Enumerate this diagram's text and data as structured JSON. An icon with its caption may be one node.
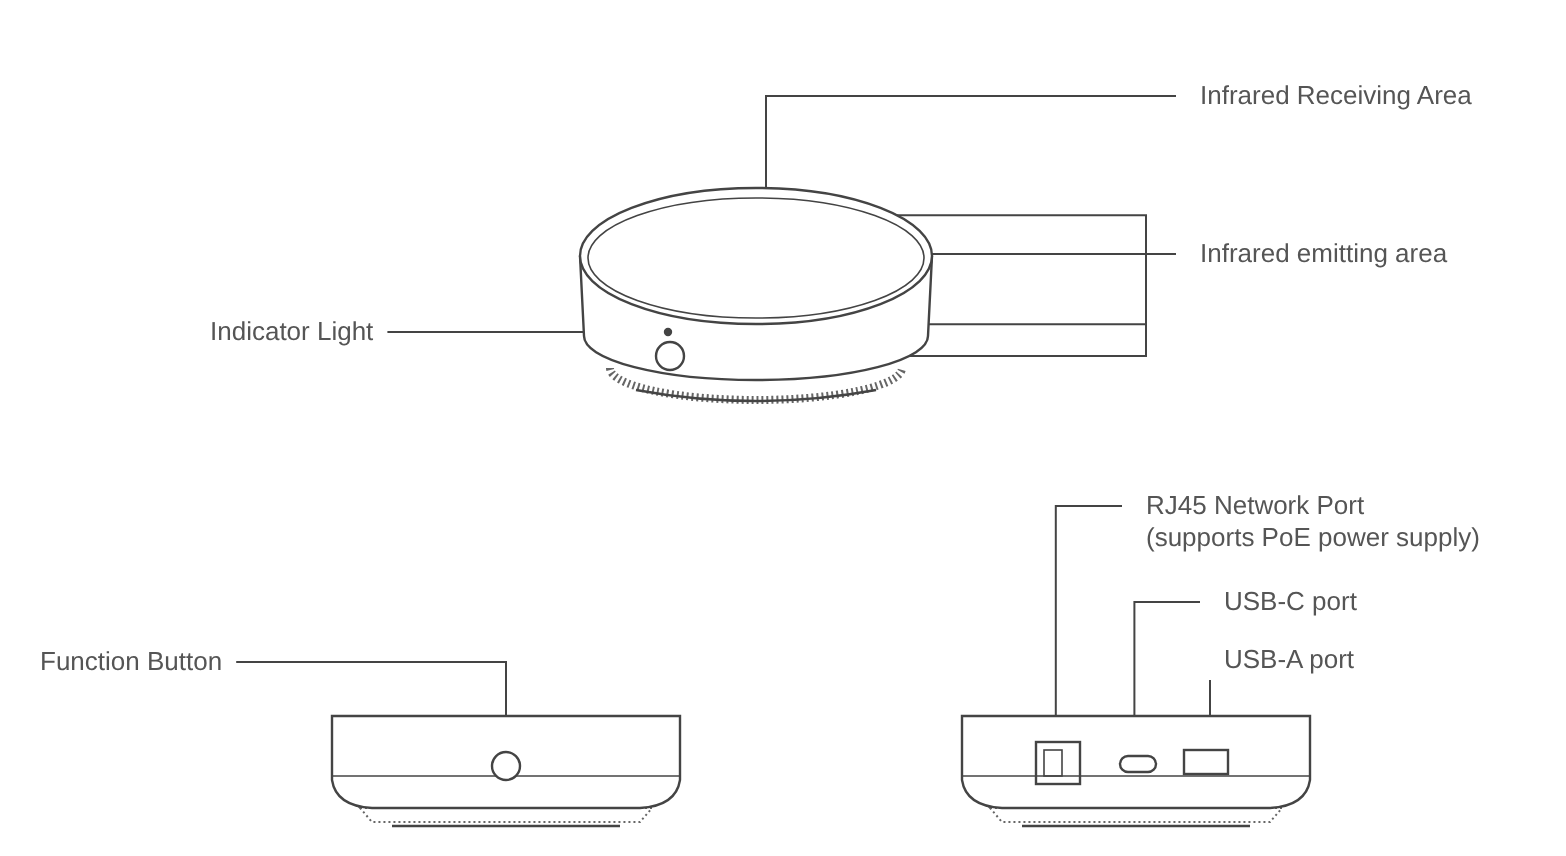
{
  "diagram": {
    "nodes": [
      {
        "text": [
          "Infrared Receiving Area"
        ]
      },
      {
        "text": [
          "Infrared emitting area"
        ]
      },
      {
        "text": [
          "Indicator Light"
        ]
      },
      {
        "text": [
          "Function Button"
        ]
      },
      {
        "text": [
          "RJ45 Network Port (supports PoE power supply)"
        ]
      },
      {
        "text": [
          "USB-C port"
        ]
      },
      {
        "text": [
          "USB-A port"
        ]
      },
      {
        "text": [],
        "shape": "ellipse",
        "in": 8
      },
      {
        "text": [],
        "shape": "ellipse"
      },
      {
        "text": [],
        "shape": "band"
      },
      {
        "text": [],
        "shape": "circle",
        "in": 9
      },
      {
        "text": [],
        "shape": "circle",
        "in": 9
      },
      {
        "text": [],
        "shape": "circle"
      },
      {
        "text": [],
        "shape": "box"
      },
      {
        "text": [],
        "shape": "box"
      },
      {
        "text": [],
        "shape": "box"
      }
    ],
    "edges": [
      {
        "from": 0,
        "to": 7,
        "arrow": "none"
      },
      {
        "from": 1,
        "to": 8,
        "arrow": "none"
      },
      {
        "from": 1,
        "to": 8,
        "arrow": "none"
      },
      {
        "from": 1,
        "to": 9,
        "arrow": "none"
      },
      {
        "from": 1,
        "to": 11,
        "arrow": "none"
      },
      {
        "from": 2,
        "to": 10,
        "arrow": "none"
      },
      {
        "from": 3,
        "to": 12,
        "arrow": "none"
      },
      {
        "from": 4,
        "to": 13,
        "arrow": "none"
      },
      {
        "from": 5,
        "to": 14,
        "arrow": "none"
      },
      {
        "from": 6,
        "to": 15,
        "arrow": "none"
      }
    ]
  }
}
